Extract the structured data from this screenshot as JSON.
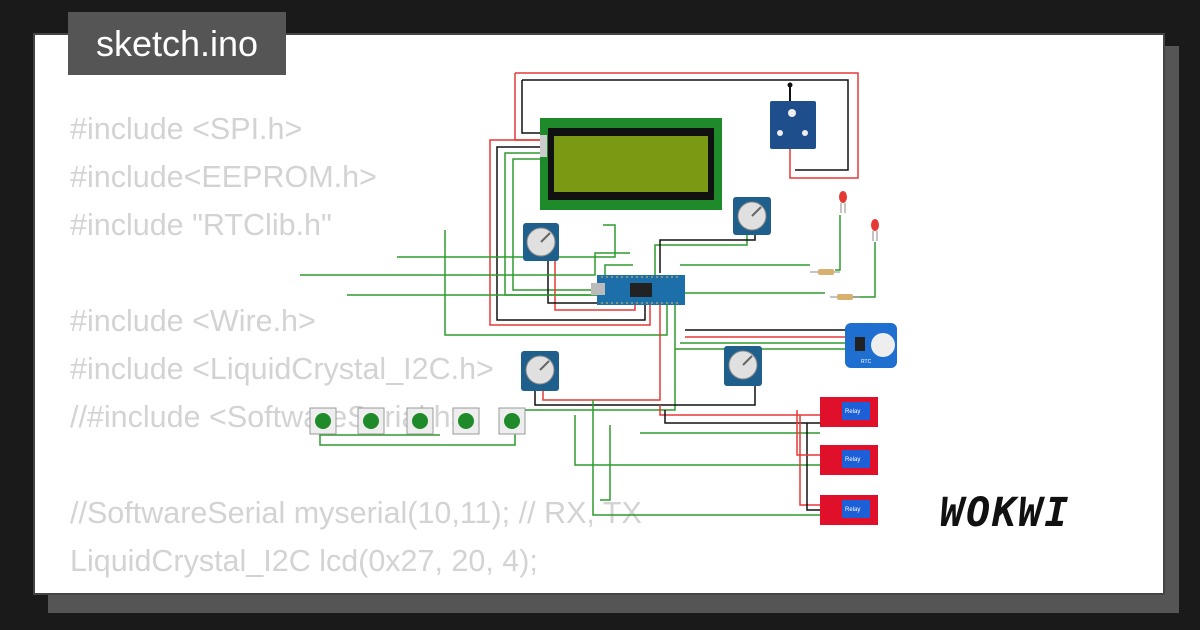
{
  "tab": {
    "filename": "sketch.ino"
  },
  "code_lines": [
    "#include <SPI.h>",
    "#include<EEPROM.h>",
    "#include \"RTClib.h\"",
    "",
    "#include <Wire.h>",
    "#include <LiquidCrystal_I2C.h>",
    "//#include <SoftwareSerial.h>",
    "",
    "//SoftwareSerial myserial(10,11); // RX, TX",
    "LiquidCrystal_I2C lcd(0x27, 20, 4);"
  ],
  "brand": {
    "logo": "WOKWI"
  },
  "relays": [
    {
      "label": "Relay"
    },
    {
      "label": "Relay"
    },
    {
      "label": "Relay"
    }
  ],
  "rtc": {
    "label": "RTC"
  },
  "colors": {
    "wire_green": "#2e9b2e",
    "wire_red": "#e53935",
    "wire_black": "#111111",
    "lcd_bezel": "#1f8a2a",
    "lcd_screen": "#7a9a14",
    "relay": "#e0102b",
    "pot": "#1e5f8c",
    "arduino": "#1c6fa8"
  }
}
